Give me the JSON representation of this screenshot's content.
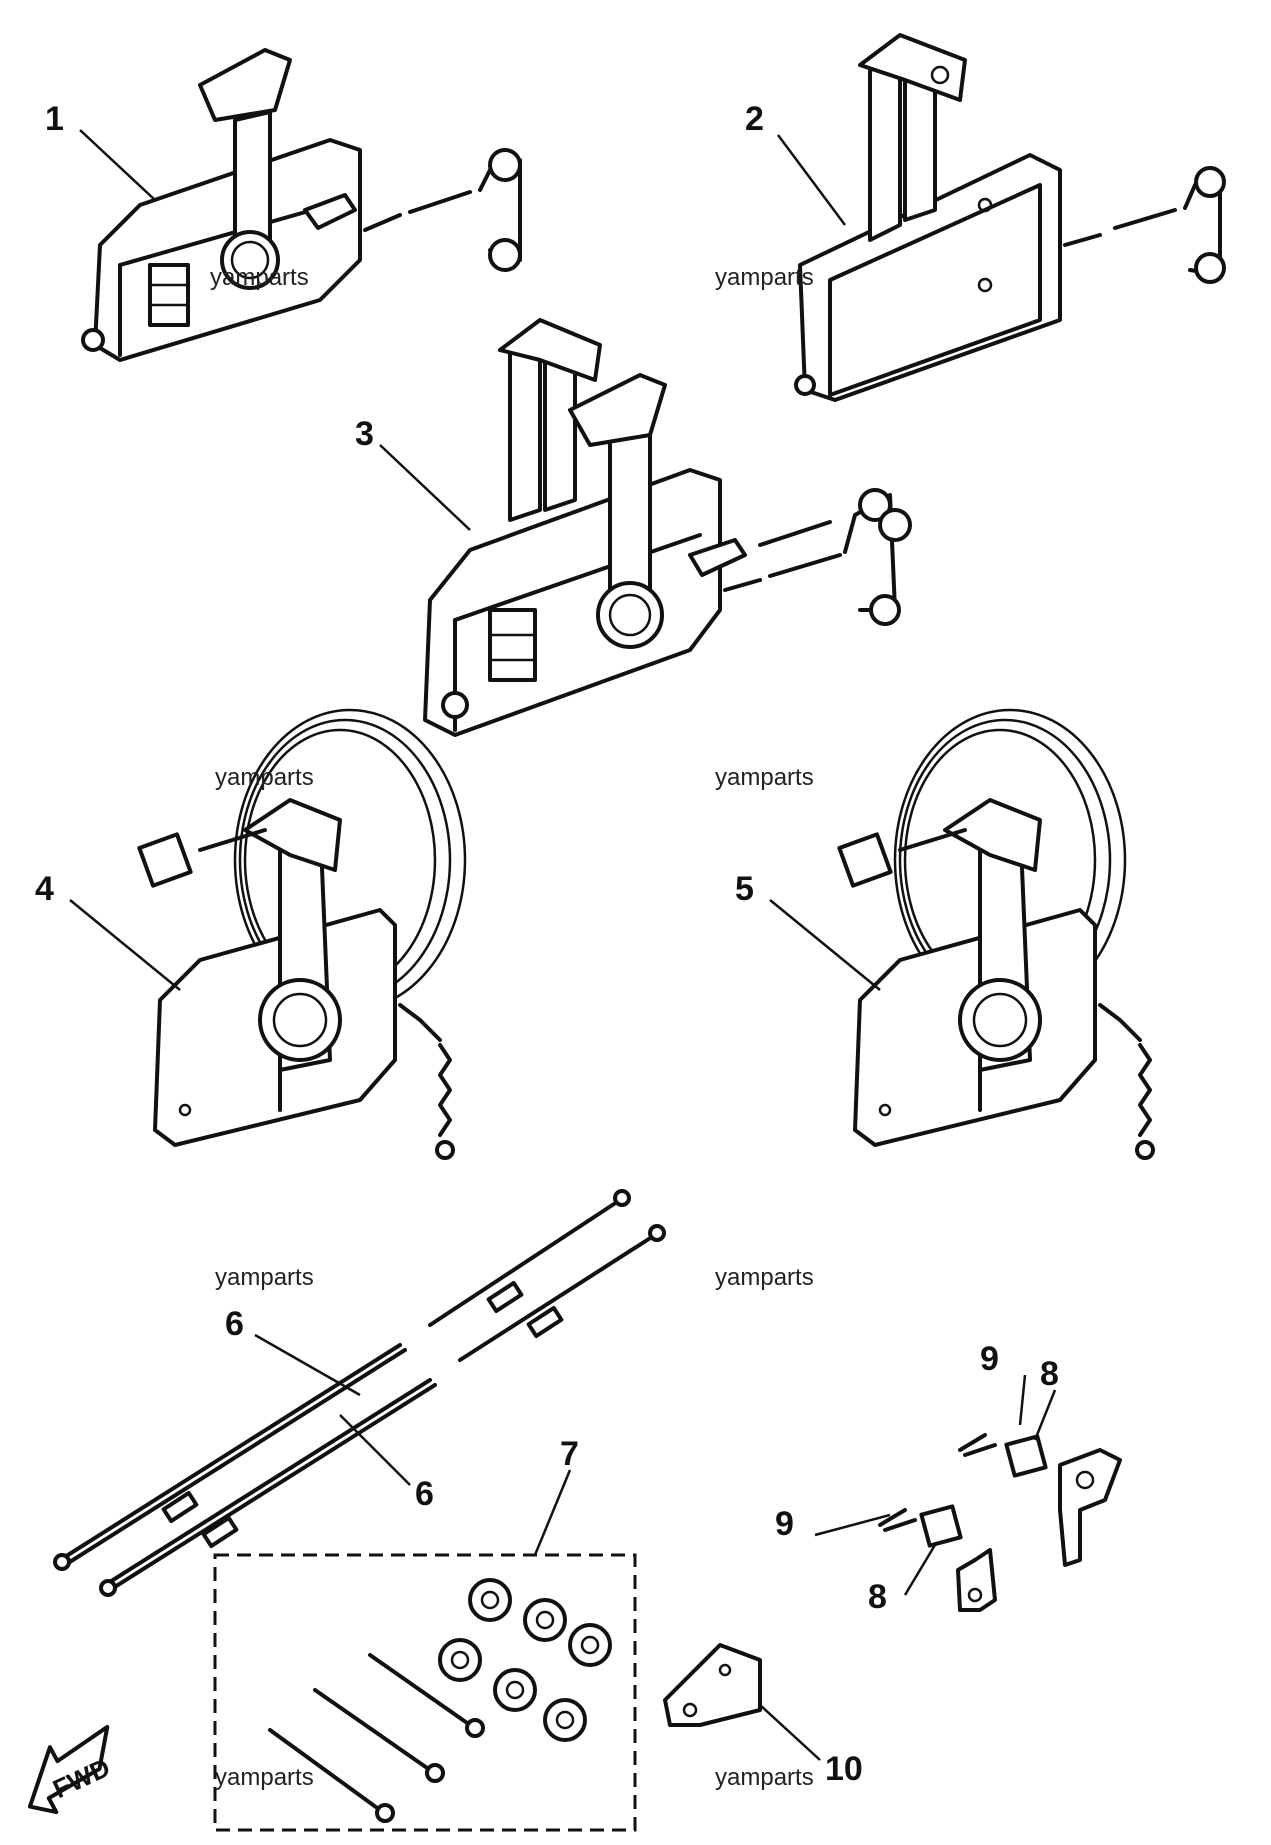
{
  "callouts": [
    "1",
    "2",
    "3",
    "4",
    "5",
    "6",
    "6",
    "7",
    "8",
    "8",
    "9",
    "9",
    "10"
  ],
  "watermarks": [
    "yamparts",
    "yamparts",
    "yamparts",
    "yamparts",
    "yamparts",
    "yamparts",
    "yamparts",
    "yamparts"
  ],
  "direction_arrow": "FWD",
  "icons": {
    "part_1": "side-mount-single-lever-remote-control-box",
    "part_2": "top-mount-single-lever-remote-control-box",
    "part_3": "dual-lever-remote-control-box",
    "part_4": "side-mount-remote-control-with-cable-coil",
    "part_5": "side-mount-remote-control-with-cable-coil",
    "part_6": "control-cable",
    "part_7": "cable-hardware-kit",
    "part_8": "cable-end-connector",
    "part_9": "cotter-pin",
    "part_10": "bracket",
    "fwd": "forward-direction-arrow"
  }
}
